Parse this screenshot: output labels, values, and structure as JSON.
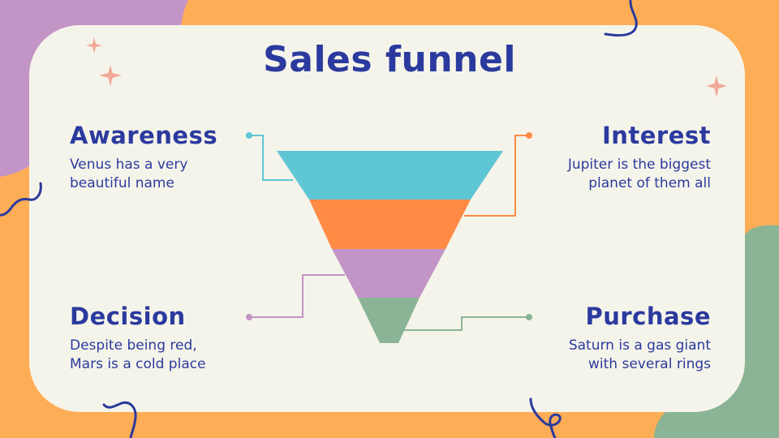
{
  "slide": {
    "title": "Sales funnel"
  },
  "stages": [
    {
      "id": "awareness",
      "label": "Awareness",
      "description_line1": "Venus has a very",
      "description_line2": "beautiful name",
      "color": "#5FC6D6",
      "side": "left-top"
    },
    {
      "id": "interest",
      "label": "Interest",
      "description_line1": "Jupiter is the biggest",
      "description_line2": "planet of them all",
      "color": "#FF8B45",
      "side": "right-top"
    },
    {
      "id": "decision",
      "label": "Decision",
      "description_line1": "Despite being red,",
      "description_line2": "Mars is a cold place",
      "color": "#C394C6",
      "side": "left-bottom"
    },
    {
      "id": "purchase",
      "label": "Purchase",
      "description_line1": "Saturn is a gas giant",
      "description_line2": "with several rings",
      "color": "#8AB495",
      "side": "right-bottom"
    }
  ],
  "colors": {
    "background": "#FEAD57",
    "card": "#F5F4EA",
    "text": "#2B3A9E",
    "blob_purple": "#C394C6",
    "blob_green": "#8AB495",
    "star": "#F2A99A",
    "squiggle": "#2B3A9E"
  },
  "decorations": [
    "star-icon",
    "star-icon",
    "star-icon",
    "squiggle",
    "squiggle",
    "squiggle",
    "squiggle",
    "squiggle"
  ]
}
